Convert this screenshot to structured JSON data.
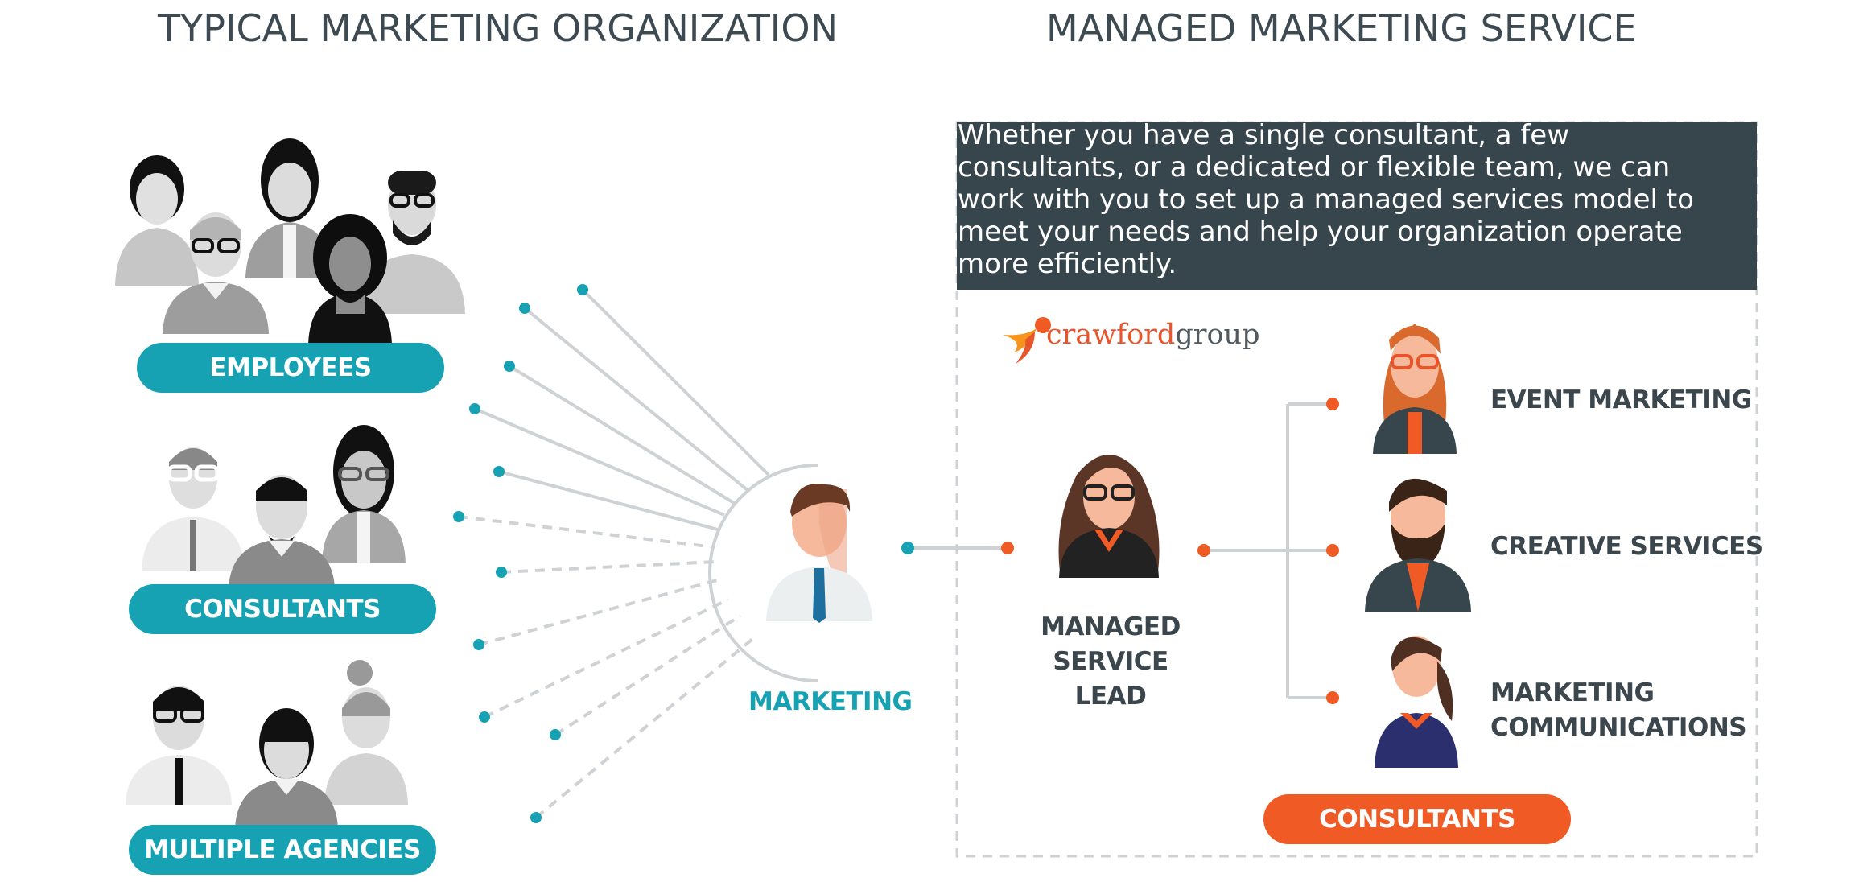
{
  "headers": {
    "left": "TYPICAL MARKETING ORGANIZATION",
    "right": "MANAGED MARKETING SERVICE"
  },
  "groups": [
    {
      "label": "EMPLOYEES"
    },
    {
      "label": "CONSULTANTS"
    },
    {
      "label": "MULTIPLE AGENCIES"
    }
  ],
  "hub": {
    "label": "MARKETING"
  },
  "managed": {
    "description": "Whether you have a single consultant, a few consultants, or a dedicated or flexible team, we can work with you to set up a managed services model to meet your needs and help your organization operate more efficiently.",
    "logo": {
      "part1": "crawford",
      "part2": "group"
    },
    "lead": {
      "line1": "MANAGED",
      "line2": "SERVICE LEAD"
    },
    "services": [
      {
        "line1": "EVENT MARKETING",
        "line2": ""
      },
      {
        "line1": "CREATIVE SERVICES",
        "line2": ""
      },
      {
        "line1": "MARKETING",
        "line2": "COMMUNICATIONS"
      }
    ],
    "footer": "CONSULTANTS"
  },
  "colors": {
    "teal": "#17a2b4",
    "orange": "#f05a24",
    "dark_panel": "#37454d",
    "heading": "#3e4a52",
    "line": "#cfd2d4"
  }
}
